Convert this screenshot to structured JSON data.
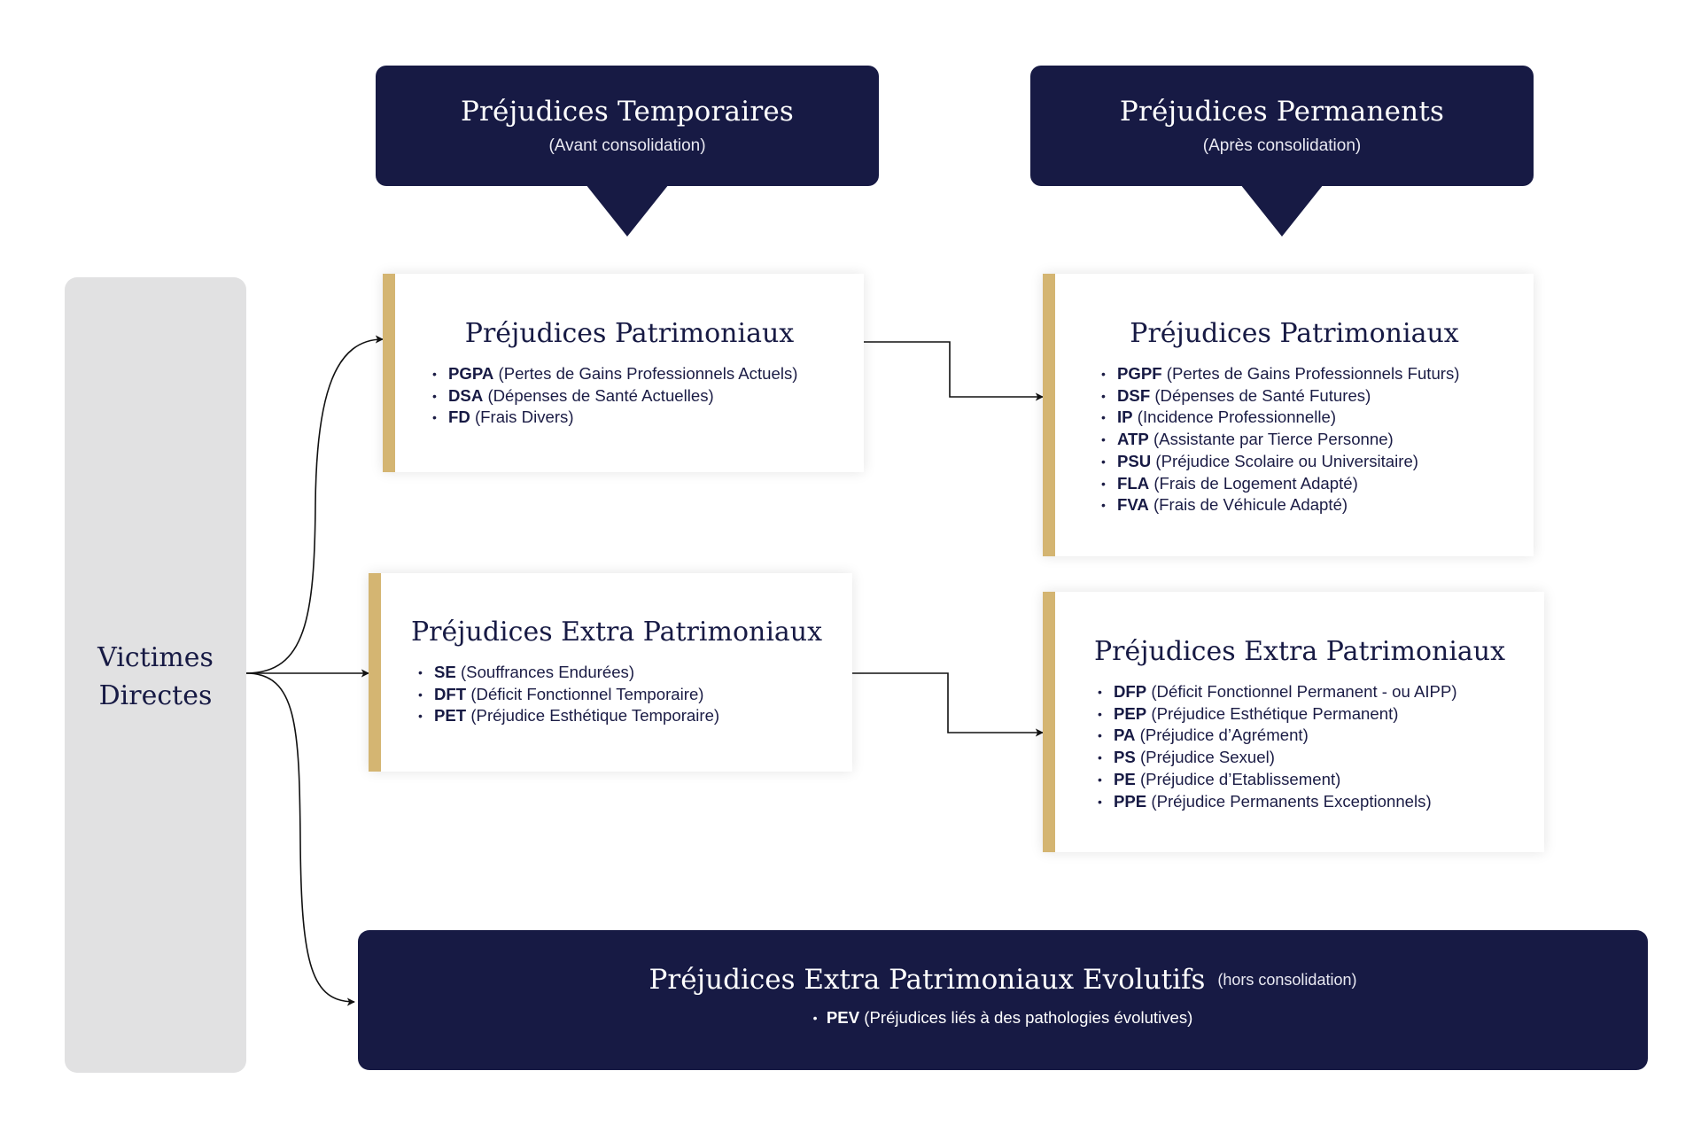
{
  "header_temp": {
    "title": "Préjudices Temporaires",
    "subtitle": "(Avant consolidation)"
  },
  "header_perm": {
    "title": "Préjudices Permanents",
    "subtitle": "(Après consolidation)"
  },
  "victims": {
    "line1": "Victimes",
    "line2": "Directes"
  },
  "temp_patrimoniaux": {
    "title": "Préjudices Patrimoniaux",
    "items": [
      {
        "code": "PGPA",
        "desc": "(Pertes de Gains Professionnels Actuels)"
      },
      {
        "code": "DSA",
        "desc": "(Dépenses de Santé Actuelles)"
      },
      {
        "code": "FD",
        "desc": "(Frais Divers)"
      }
    ]
  },
  "temp_extra": {
    "title": "Préjudices Extra Patrimoniaux",
    "items": [
      {
        "code": "SE",
        "desc": "(Souffrances Endurées)"
      },
      {
        "code": "DFT",
        "desc": "(Déficit Fonctionnel Temporaire)"
      },
      {
        "code": "PET",
        "desc": "(Préjudice Esthétique Temporaire)"
      }
    ]
  },
  "perm_patrimoniaux": {
    "title": "Préjudices Patrimoniaux",
    "items": [
      {
        "code": "PGPF",
        "desc": "(Pertes de Gains Professionnels Futurs)"
      },
      {
        "code": "DSF",
        "desc": "(Dépenses de Santé Futures)"
      },
      {
        "code": "IP",
        "desc": "(Incidence Professionnelle)"
      },
      {
        "code": "ATP",
        "desc": "(Assistante par Tierce Personne)"
      },
      {
        "code": "PSU",
        "desc": "(Préjudice Scolaire ou Universitaire)"
      },
      {
        "code": "FLA",
        "desc": "(Frais de Logement Adapté)"
      },
      {
        "code": "FVA",
        "desc": "(Frais de Véhicule Adapté)"
      }
    ]
  },
  "perm_extra": {
    "title": "Préjudices Extra Patrimoniaux",
    "items": [
      {
        "code": "DFP",
        "desc": "(Déficit Fonctionnel Permanent - ou AIPP)"
      },
      {
        "code": "PEP",
        "desc": "(Préjudice Esthétique Permanent)"
      },
      {
        "code": "PA",
        "desc": "(Préjudice d’Agrément)"
      },
      {
        "code": "PS",
        "desc": "(Préjudice Sexuel)"
      },
      {
        "code": "PE",
        "desc": "(Préjudice d’Etablissement)"
      },
      {
        "code": "PPE",
        "desc": "(Préjudice Permanents Exceptionnels)"
      }
    ]
  },
  "evolutifs": {
    "title": "Préjudices Extra Patrimoniaux Evolutifs",
    "note": "(hors consolidation)",
    "code": "PEV",
    "desc": "(Préjudices liés à des pathologies évolutives)"
  },
  "colors": {
    "navy": "#171a44",
    "gold": "#d4b572",
    "panel_grey": "#e1e1e2"
  }
}
